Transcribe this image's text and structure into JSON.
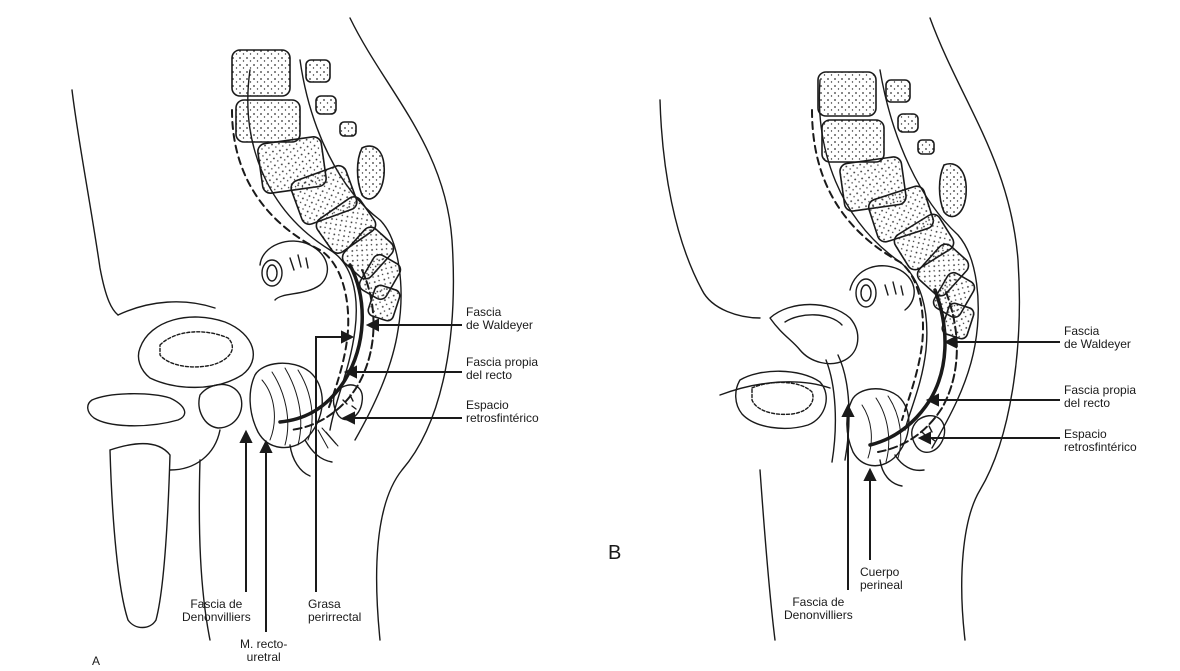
{
  "panels": [
    {
      "letter": "A",
      "labels": {
        "fascia_waldeyer": "Fascia\nde Waldeyer",
        "fascia_propia": "Fascia propia\ndel recto",
        "espacio": "Espacio\nretrosfintérico",
        "denonvilliers": "Fascia de\nDenonvilliers",
        "recto_uretral": "M. recto-\nuretral",
        "grasa": "Grasa\nperirrectal"
      }
    },
    {
      "letter": "B",
      "labels": {
        "fascia_waldeyer": "Fascia\nde Waldeyer",
        "fascia_propia": "Fascia propia\ndel recto",
        "espacio": "Espacio\nretrosfintérico",
        "cuerpo_perineal": "Cuerpo\nperineal",
        "denonvilliers": "Fascia de\nDenonvilliers"
      }
    }
  ],
  "colors": {
    "ink": "#1a1a1a",
    "paper": "#ffffff"
  }
}
